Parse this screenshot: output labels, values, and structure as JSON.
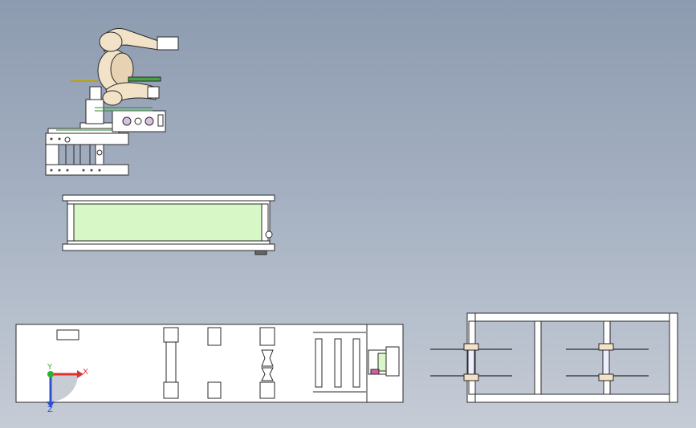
{
  "axes": {
    "x_label": "X",
    "y_label": "Y",
    "z_label": "Z"
  },
  "colors": {
    "background_top": "#8d9bb0",
    "background_bottom": "#c6ccd6",
    "part_fill": "#ffffff",
    "edge": "#2a2a2a",
    "robot_body": "#f2e2c8",
    "belt_green": "#d8f7c6",
    "axis_x": "#e03030",
    "axis_y": "#30b030",
    "axis_z": "#3050d0"
  },
  "views": [
    "side-view-machine",
    "front-view-conveyor",
    "top-view-machine",
    "end-view-frame"
  ]
}
